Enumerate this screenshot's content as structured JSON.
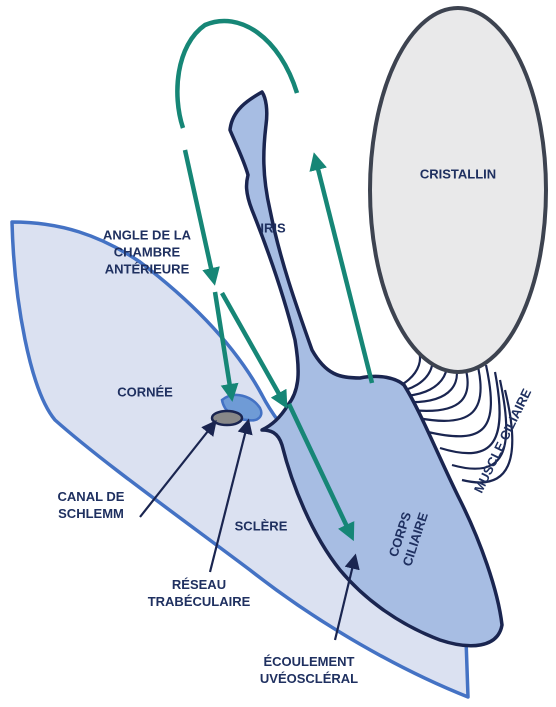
{
  "labels": {
    "cristallin": "CRISTALLIN",
    "iris": "IRIS",
    "angle": [
      "ANGLE DE LA",
      "CHAMBRE",
      "ANTÉRIEURE"
    ],
    "cornee": "CORNÉE",
    "canal": [
      "CANAL DE",
      "SCHLEMM"
    ],
    "sclere": "SCLÈRE",
    "corps": [
      "CORPS",
      "CILIAIRE"
    ],
    "muscle": "MUSCLE CILIAIRE",
    "reseau": [
      "RÉSEAU",
      "TRABÉCULAIRE"
    ],
    "ecoulement": [
      "ÉCOULEMENT",
      "UVÉOSCLÉRAL"
    ]
  },
  "colors": {
    "label_text": "#1f3060",
    "outline_dark": "#1a2550",
    "lens_outline": "#3d4350",
    "lens_fill": "#e9e9ea",
    "uvea_fill": "#a7bde3",
    "cornea_fill": "#dbe1f1",
    "cornea_outline": "#4472c4",
    "trabecular_fill": "#6f9bd6",
    "schlemm_fill": "#888888",
    "flow_arrow": "#168676",
    "pointer": "#1a2550"
  }
}
